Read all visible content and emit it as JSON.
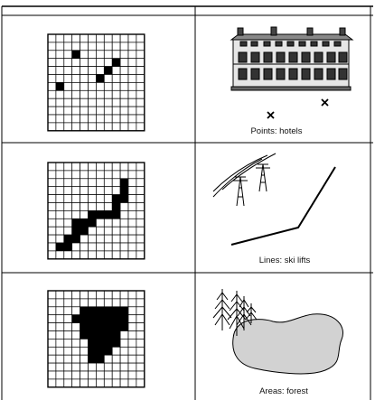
{
  "rows": [
    {
      "kind": "points",
      "caption": "Points: hotels",
      "grid": {
        "size": 12,
        "filled": [
          [
            3,
            2
          ],
          [
            8,
            3
          ],
          [
            7,
            4
          ],
          [
            6,
            5
          ],
          [
            1,
            6
          ]
        ]
      }
    },
    {
      "kind": "lines",
      "caption": "Lines: ski lifts",
      "grid": {
        "size": 12,
        "filled": [
          [
            9,
            2
          ],
          [
            9,
            3
          ],
          [
            8,
            4
          ],
          [
            9,
            4
          ],
          [
            8,
            5
          ],
          [
            8,
            6
          ],
          [
            7,
            6
          ],
          [
            6,
            6
          ],
          [
            5,
            6
          ],
          [
            5,
            7
          ],
          [
            4,
            7
          ],
          [
            3,
            7
          ],
          [
            3,
            8
          ],
          [
            4,
            8
          ],
          [
            3,
            9
          ],
          [
            2,
            9
          ],
          [
            1,
            10
          ],
          [
            2,
            10
          ]
        ]
      }
    },
    {
      "kind": "areas",
      "caption": "Areas: forest",
      "grid": {
        "size": 12,
        "filled": [
          [
            4,
            2
          ],
          [
            5,
            2
          ],
          [
            6,
            2
          ],
          [
            7,
            2
          ],
          [
            8,
            2
          ],
          [
            9,
            2
          ],
          [
            3,
            3
          ],
          [
            4,
            3
          ],
          [
            5,
            3
          ],
          [
            6,
            3
          ],
          [
            7,
            3
          ],
          [
            8,
            3
          ],
          [
            9,
            3
          ],
          [
            4,
            4
          ],
          [
            5,
            4
          ],
          [
            6,
            4
          ],
          [
            7,
            4
          ],
          [
            8,
            4
          ],
          [
            9,
            4
          ],
          [
            4,
            5
          ],
          [
            5,
            5
          ],
          [
            6,
            5
          ],
          [
            7,
            5
          ],
          [
            8,
            5
          ],
          [
            5,
            6
          ],
          [
            6,
            6
          ],
          [
            7,
            6
          ],
          [
            8,
            6
          ],
          [
            5,
            7
          ],
          [
            6,
            7
          ],
          [
            7,
            7
          ],
          [
            5,
            8
          ],
          [
            6,
            8
          ]
        ]
      }
    }
  ],
  "icons": {
    "hotel": "hotel-building-icon",
    "point_marker": "x-marker-icon",
    "pylon": "pylon-icon",
    "lift_line": "lift-line-icon",
    "tree": "tree-icon",
    "forest_area": "forest-area-icon"
  },
  "colors": {
    "ink": "#000000",
    "forest_fill": "#d2d2d2",
    "building_fill": "#e6e6e6"
  }
}
